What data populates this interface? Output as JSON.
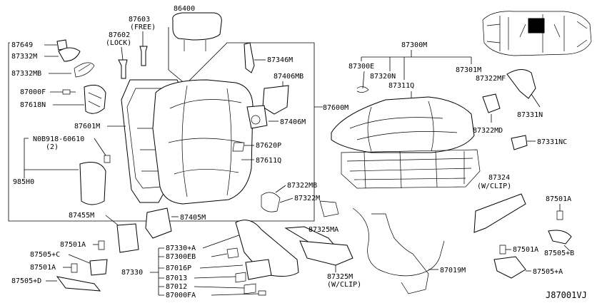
{
  "diagram_id": "J87001VJ",
  "labels": {
    "p86400": "86400",
    "p87603": "87603",
    "p87603_note": "(FREE)",
    "p87602": "87602",
    "p87602_note": "(LOCK)",
    "p87649": "87649",
    "p87332M": "87332M",
    "p87332MB": "87332MB",
    "p87000F": "87000F",
    "p87618N": "87618N",
    "p87601M": "87601M",
    "p08918": "N0B918-60610",
    "p08918_qty": "(2)",
    "p985H0": "985H0",
    "p87346M": "87346M",
    "p87406MB": "87406MB",
    "p87406M": "87406M",
    "p87600M": "87600M",
    "p87620P": "87620P",
    "p87611Q": "87611Q",
    "p87455M": "87455M",
    "p87405M": "87405M",
    "p87322MB": "87322MB",
    "p87322M": "87322M",
    "p87325MA": "87325MA",
    "p87325M": "87325M",
    "p87325M_note": "(W/CLIP)",
    "p87019M": "87019M",
    "p87330A": "87330+A",
    "p87300EB": "87300EB",
    "p87016P": "87016P",
    "p87330": "87330",
    "p87013": "87013",
    "p87012": "87012",
    "p87000FA": "87000FA",
    "p87501A_l1": "87501A",
    "p87505C": "87505+C",
    "p87501A_l2": "87501A",
    "p87505D": "87505+D",
    "p87300M": "87300M",
    "p87300E": "87300E",
    "p87320N": "87320N",
    "p87311Q": "87311Q",
    "p87301M": "87301M",
    "p87322MF": "87322MF",
    "p87331N": "87331N",
    "p87322MD": "87322MD",
    "p87331NC": "87331NC",
    "p87324": "87324",
    "p87324_note": "(W/CLIP)",
    "p87501A_r1": "87501A",
    "p87501A_r2": "87501A",
    "p87505B": "87505+B",
    "p87505A": "87505+A"
  }
}
